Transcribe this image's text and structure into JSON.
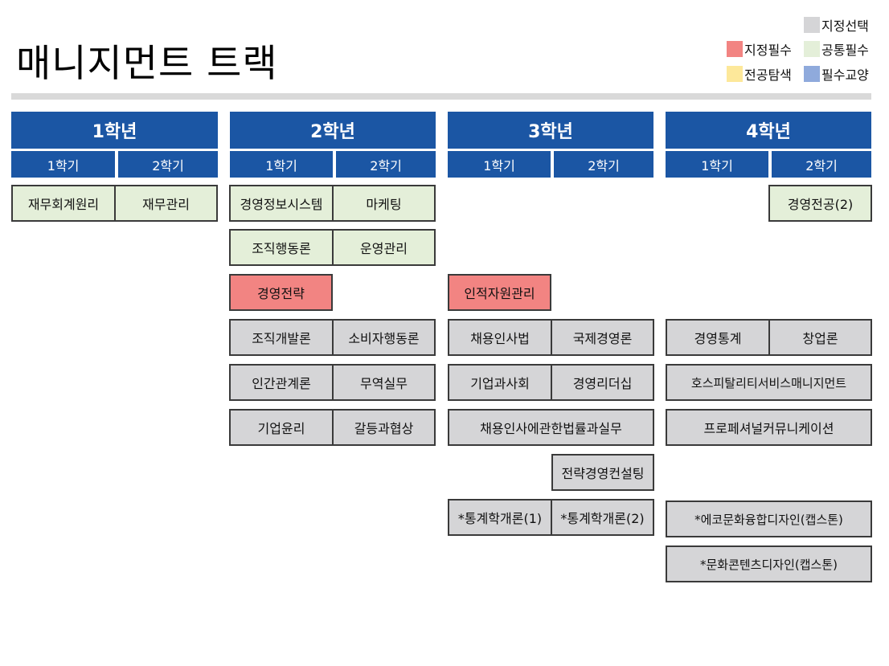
{
  "title": "매니지먼트 트랙",
  "legend": [
    {
      "label": "지정선택",
      "color": "#d5d5d7"
    },
    {
      "label": "지정필수",
      "color": "#f28482"
    },
    {
      "label": "공통필수",
      "color": "#e4efd9"
    },
    {
      "label": "전공탐색",
      "color": "#fde89a"
    },
    {
      "label": "필수교양",
      "color": "#8faadc"
    }
  ],
  "years": [
    {
      "label": "1학년",
      "semesters": [
        "1학기",
        "2학기"
      ]
    },
    {
      "label": "2학년",
      "semesters": [
        "1학기",
        "2학기"
      ]
    },
    {
      "label": "3학년",
      "semesters": [
        "1학기",
        "2학기"
      ]
    },
    {
      "label": "4학년",
      "semesters": [
        "1학기",
        "2학기"
      ]
    }
  ],
  "courses": {
    "y1": [
      "재무회계원리",
      "재무관리"
    ],
    "y2": [
      "경영정보시스템",
      "마케팅",
      "조직행동론",
      "운영관리",
      "경영전략",
      "조직개발론",
      "소비자행동론",
      "인간관계론",
      "무역실무",
      "기업윤리",
      "갈등과협상"
    ],
    "y3": [
      "인적자원관리",
      "채용인사법",
      "국제경영론",
      "기업과사회",
      "경영리더십",
      "채용인사에관한법률과실무",
      "전략경영컨설팅",
      "*통계학개론(1)",
      "*통계학개론(2)"
    ],
    "y4": [
      "경영전공(2)",
      "경영통계",
      "창업론",
      "호스피탈리티서비스매니지먼트",
      "프로페셔널커뮤니케이션",
      "*에코문화융합디자인(캡스톤)",
      "*문화콘텐츠디자인(캡스톤)"
    ]
  }
}
